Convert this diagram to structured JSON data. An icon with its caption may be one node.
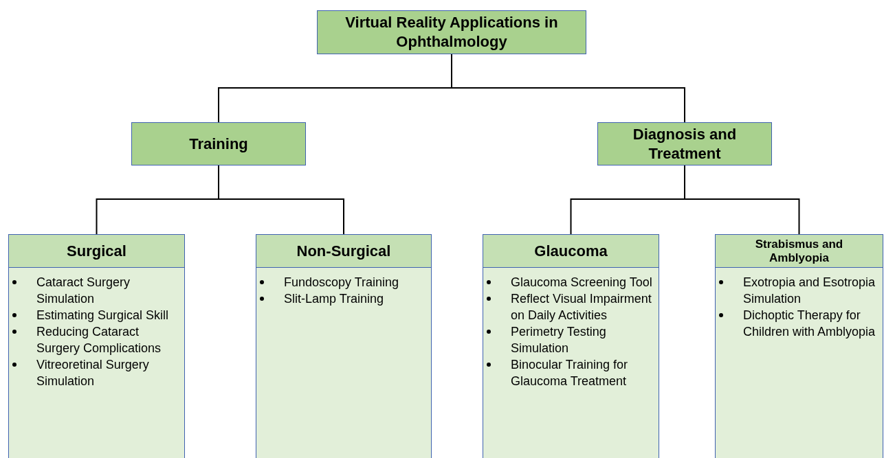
{
  "diagram": {
    "nodes": [
      {
        "text": [
          "Virtual Reality Applications in Ophthalmology"
        ]
      },
      {
        "text": [
          "Training"
        ]
      },
      {
        "text": [
          "Diagnosis and Treatment"
        ]
      },
      {
        "text": [
          "Surgical",
          "Cataract Surgery Simulation",
          "Estimating Surgical Skill",
          "Reducing Cataract Surgery Complications",
          "Vitreoretinal Surgery Simulation"
        ]
      },
      {
        "text": [
          "Non-Surgical",
          "Fundoscopy Training",
          "Slit-Lamp Training"
        ]
      },
      {
        "text": [
          "Glaucoma",
          "Glaucoma Screening Tool",
          "Reflect Visual Impairment on Daily Activities",
          "Perimetry Testing Simulation",
          "Binocular Training for Glaucoma Treatment"
        ]
      },
      {
        "text": [
          "Strabismus and Amblyopia",
          "Exotropia and Esotropia Simulation",
          "Dichoptic Therapy for Children with Amblyopia"
        ]
      }
    ],
    "edges": [
      {
        "from": 0,
        "to": 1,
        "arrow": "none"
      },
      {
        "from": 0,
        "to": 2,
        "arrow": "none"
      },
      {
        "from": 1,
        "to": 3,
        "arrow": "none"
      },
      {
        "from": 1,
        "to": 4,
        "arrow": "none"
      },
      {
        "from": 2,
        "to": 5,
        "arrow": "none"
      },
      {
        "from": 2,
        "to": 6,
        "arrow": "none"
      }
    ]
  }
}
